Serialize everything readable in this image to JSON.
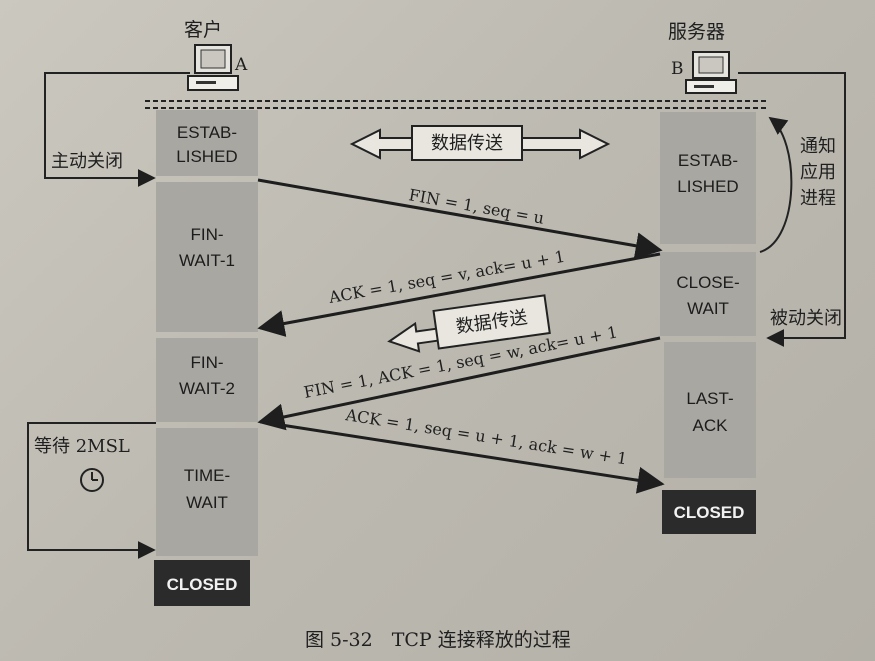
{
  "client": {
    "title": "客户",
    "letter": "A"
  },
  "server": {
    "title": "服务器",
    "letter": "B"
  },
  "left_notes": {
    "active_close": "主动关闭",
    "wait_2msl": "等待 2MSL"
  },
  "right_notes": {
    "notify_line1": "通知",
    "notify_line2": "应用",
    "notify_line3": "进程",
    "passive_close": "被动关闭"
  },
  "data_transfer_both": "数据传送",
  "data_transfer_back": "数据传送",
  "client_states": {
    "established_1": "ESTAB-",
    "established_2": "LISHED",
    "fin_wait1_1": "FIN-",
    "fin_wait1_2": "WAIT-1",
    "fin_wait2_1": "FIN-",
    "fin_wait2_2": "WAIT-2",
    "time_wait_1": "TIME-",
    "time_wait_2": "WAIT",
    "closed": "CLOSED"
  },
  "server_states": {
    "established_1": "ESTAB-",
    "established_2": "LISHED",
    "close_wait_1": "CLOSE-",
    "close_wait_2": "WAIT",
    "last_ack_1": "LAST-",
    "last_ack_2": "ACK",
    "closed": "CLOSED"
  },
  "messages": {
    "m1": "FIN = 1, seq = u",
    "m2": "ACK = 1, seq = v, ack= u + 1",
    "m3": "FIN = 1, ACK = 1, seq = w, ack= u + 1",
    "m4": "ACK = 1, seq = u + 1, ack = w + 1"
  },
  "caption": "图 5-32　TCP 连接释放的过程",
  "colors": {
    "block": "#a9a7a2",
    "closed": "#2b2b2b",
    "line": "#222222"
  }
}
